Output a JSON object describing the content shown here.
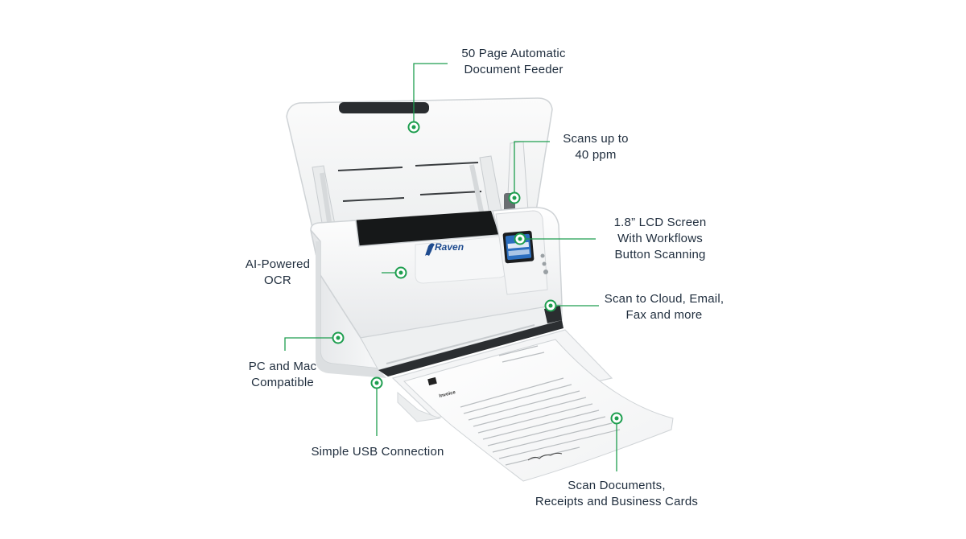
{
  "accent_color": "#1e9e4f",
  "callouts": {
    "feeder": {
      "lines": [
        "50 Page Automatic",
        "Document Feeder"
      ]
    },
    "speed": {
      "lines": [
        "Scans up to",
        "40 ppm"
      ]
    },
    "lcd": {
      "lines": [
        "1.8” LCD Screen",
        "With Workflows",
        "Button Scanning"
      ]
    },
    "ocr": {
      "lines": [
        "AI-Powered",
        "OCR"
      ]
    },
    "cloud": {
      "lines": [
        "Scan to Cloud, Email,",
        "Fax and more"
      ]
    },
    "compat": {
      "lines": [
        "PC and Mac",
        "Compatible"
      ]
    },
    "usb": {
      "lines": [
        "Simple USB Connection"
      ]
    },
    "docs": {
      "lines": [
        "Scan Documents,",
        "Receipts and Business Cards"
      ]
    }
  },
  "product": {
    "brand_logo_text": "Raven",
    "document_title": "Invoice"
  }
}
